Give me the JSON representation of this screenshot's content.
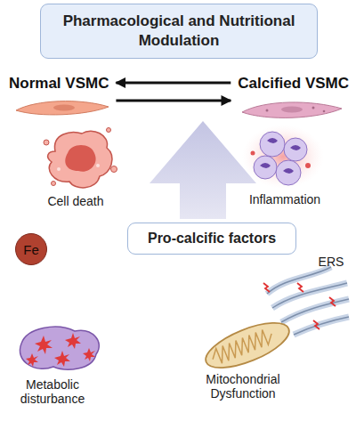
{
  "diagram": {
    "nodes": [
      {
        "text": [
          "Pharmacological and Nutritional Modulation"
        ]
      },
      {
        "text": [
          "Normal VSMC"
        ]
      },
      {
        "text": [
          "Calcified VSMC"
        ]
      },
      {
        "text": [
          "Pro-calcific factors"
        ]
      },
      {
        "text": [
          "Fe"
        ]
      }
    ],
    "edges": [
      {
        "from": 2,
        "to": 1,
        "arrow": "to"
      },
      {
        "from": 1,
        "to": 2,
        "arrow": "to"
      }
    ],
    "labels": [
      "Cell death",
      "Inflammation",
      "ERS",
      "Metabolic disturbance",
      "Mitochondrial Dysfunction"
    ]
  }
}
